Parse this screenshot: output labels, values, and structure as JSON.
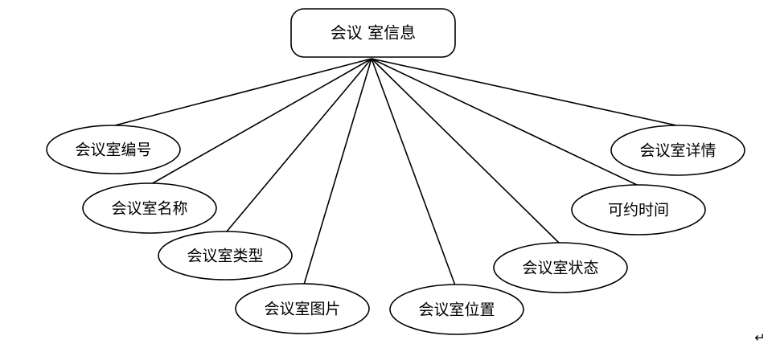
{
  "root": {
    "label": "会议 室信息"
  },
  "attributes": [
    {
      "label": "会议室编号"
    },
    {
      "label": "会议室名称"
    },
    {
      "label": "会议室类型"
    },
    {
      "label": "会议室图片"
    },
    {
      "label": "会议室位置"
    },
    {
      "label": "会议室状态"
    },
    {
      "label": "可约时间"
    },
    {
      "label": "会议室详情"
    }
  ],
  "return_mark": "↵"
}
